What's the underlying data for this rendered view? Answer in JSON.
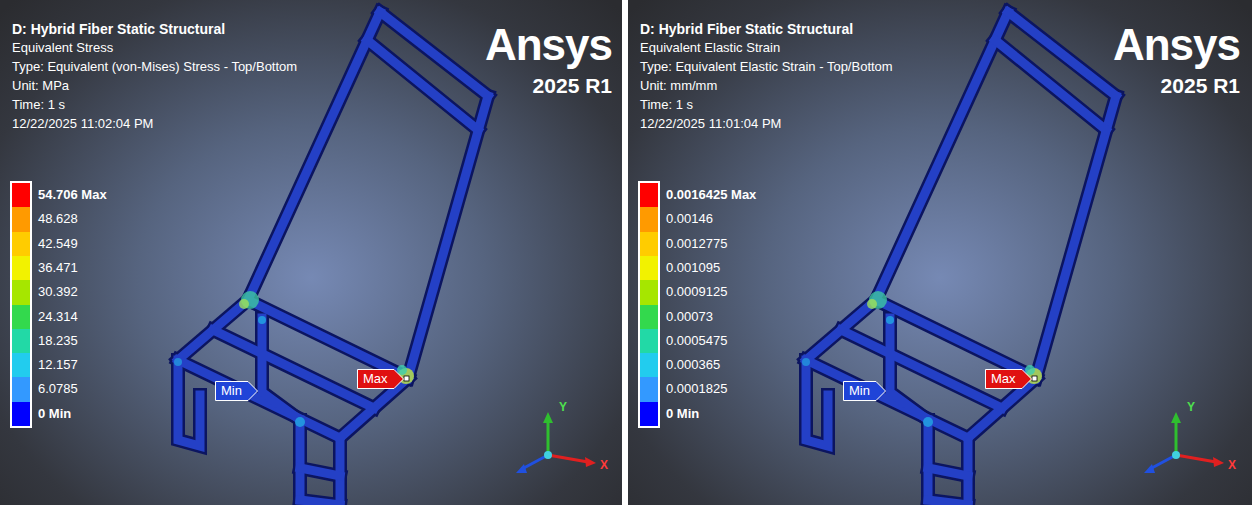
{
  "diagram": {
    "nodes": [
      {
        "text": [
          "Min"
        ]
      },
      {
        "text": [
          "Max"
        ]
      },
      {
        "text": [
          "Min"
        ]
      },
      {
        "text": [
          "Max"
        ]
      }
    ],
    "labels": [
      "D: Hybrid Fiber Static Structural",
      "Equivalent Stress",
      "Type: Equivalent (von-Mises) Stress - Top/Bottom",
      "Unit: MPa",
      "Time: 1 s",
      "12/22/2025 11:02:04 PM",
      "Ansys",
      "2025 R1",
      "Y",
      "X",
      "D: Hybrid Fiber Static Structural",
      "Equivalent Elastic Strain",
      "Type: Equivalent Elastic Strain - Top/Bottom",
      "Unit: mm/mm",
      "Time: 1 s",
      "12/22/2025 11:01:04 PM",
      "Ansys",
      "2025 R1",
      "Y",
      "X"
    ],
    "legend": [
      {
        "text": "54.706 Max",
        "color": "#ff0000"
      },
      {
        "text": "48.628",
        "color": "#ff9a00"
      },
      {
        "text": "42.549",
        "color": "#ffcc00"
      },
      {
        "text": "36.471",
        "color": "#f2f200"
      },
      {
        "text": "30.392",
        "color": "#a6e600"
      },
      {
        "text": "24.314",
        "color": "#33d94d"
      },
      {
        "text": "18.235",
        "color": "#22d9a6"
      },
      {
        "text": "12.157",
        "color": "#22ccee"
      },
      {
        "text": "6.0785",
        "color": "#3399ff"
      },
      {
        "text": "0 Min",
        "color": "#0000ff"
      },
      {
        "text": "0.0016425 Max",
        "color": "#ff0000"
      },
      {
        "text": "0.00146",
        "color": "#ff9a00"
      },
      {
        "text": "0.0012775",
        "color": "#ffcc00"
      },
      {
        "text": "0.001095",
        "color": "#f2f200"
      },
      {
        "text": "0.0009125",
        "color": "#a6e600"
      },
      {
        "text": "0.00073",
        "color": "#33d94d"
      },
      {
        "text": "0.0005475",
        "color": "#22d9a6"
      },
      {
        "text": "0.000365",
        "color": "#22ccee"
      },
      {
        "text": "0.0001825",
        "color": "#3399ff"
      },
      {
        "text": "0 Min",
        "color": "#0000ff"
      }
    ]
  }
}
